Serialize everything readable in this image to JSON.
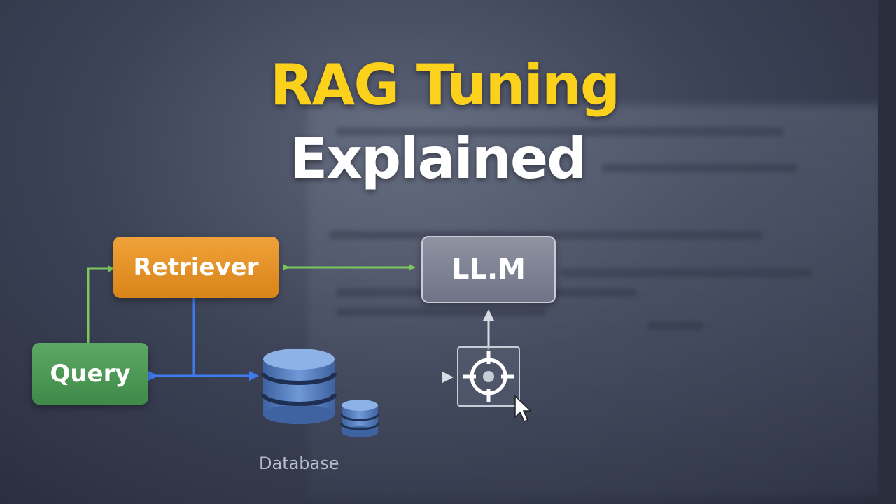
{
  "title": {
    "line1": "RAG Tuning",
    "line2": "Explained"
  },
  "nodes": {
    "retriever": "Retriever",
    "query": "Query",
    "llm": "LL.M",
    "database": "Database"
  },
  "icons": [
    "database-icon",
    "small-database-icon",
    "target-crosshair-icon",
    "mouse-cursor-icon"
  ],
  "colors": {
    "title_accent": "#fbd11c",
    "retriever": "#e8951f",
    "query": "#4a9a53",
    "llm": "#7d8294",
    "green_arrow": "#7ec75a",
    "blue_arrow": "#3d7cf0",
    "database": "#5a86c8"
  }
}
